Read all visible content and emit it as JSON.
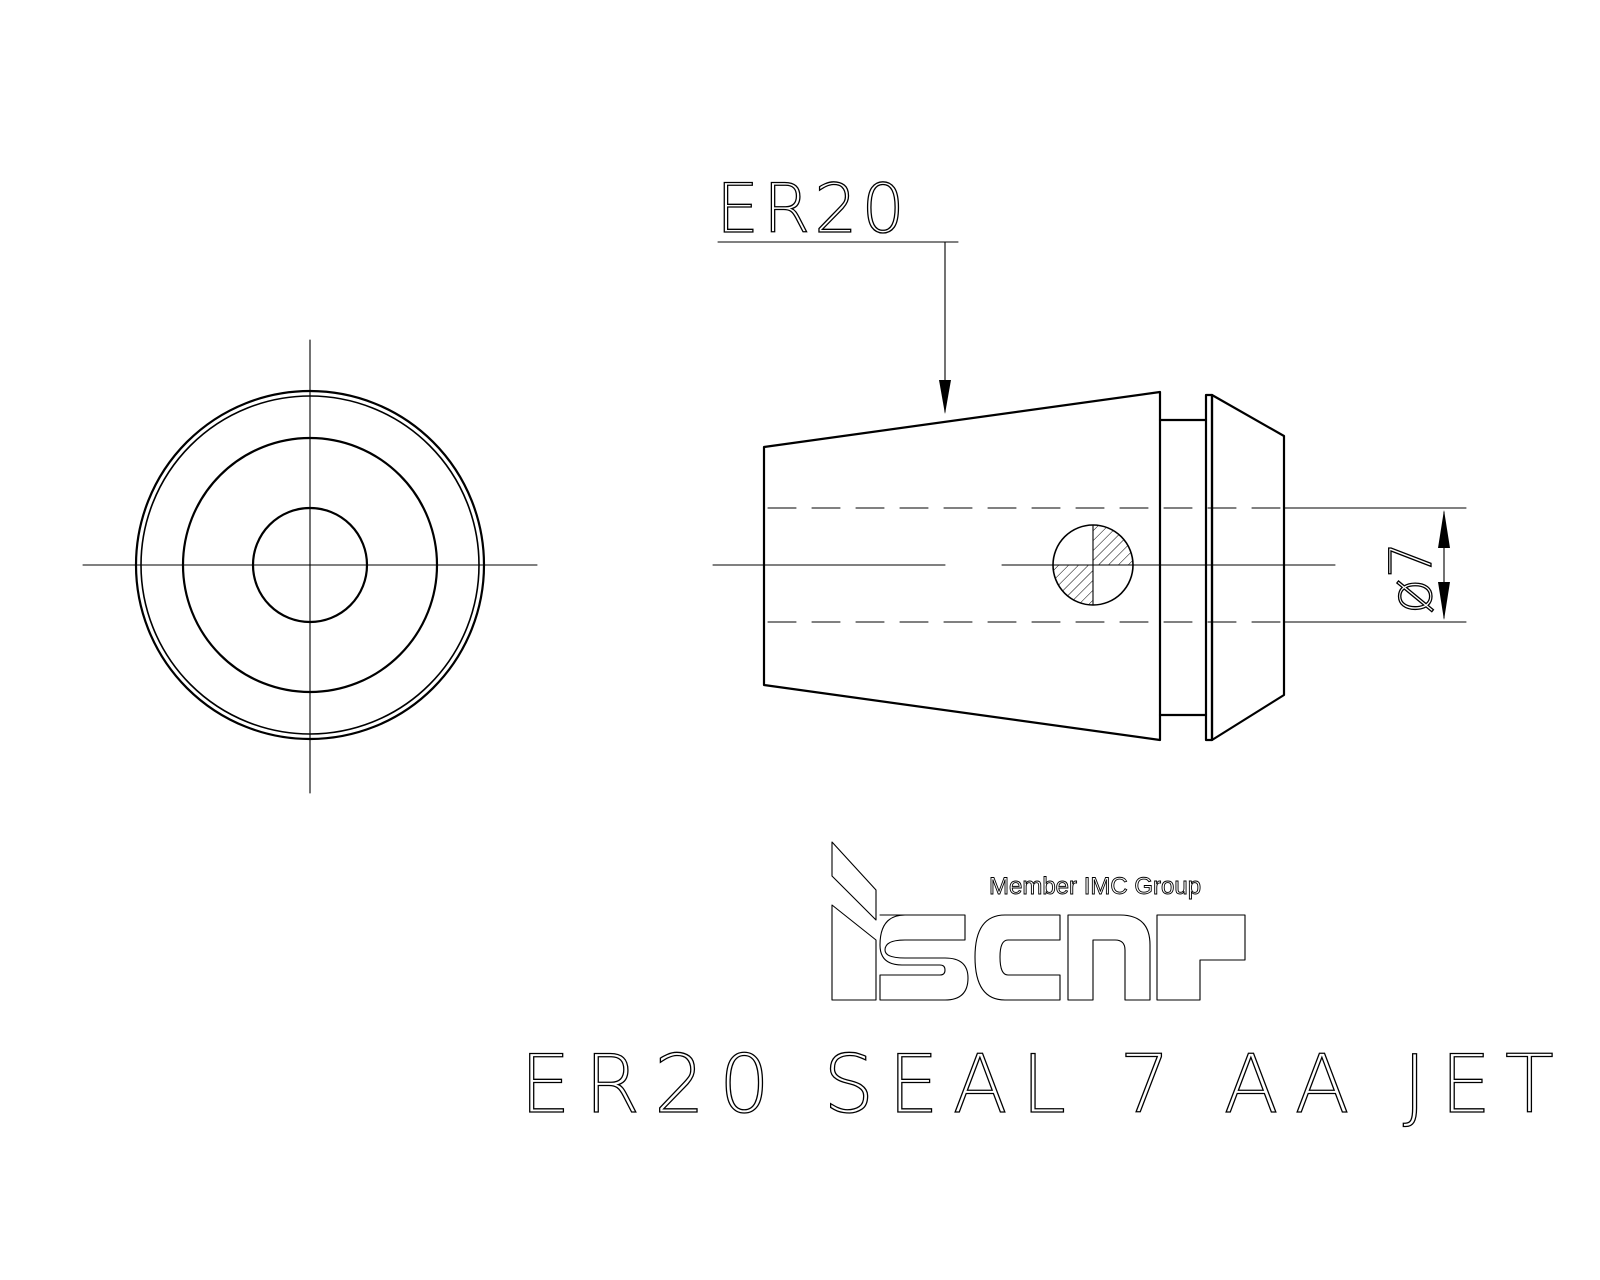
{
  "drawing": {
    "leader_label": "ER20",
    "dimension_label": "ø7",
    "logo": {
      "tagline": "Member IMC Group",
      "wordmark": "iscar"
    },
    "part_title": "ER20 SEAL 7 AA JET"
  }
}
